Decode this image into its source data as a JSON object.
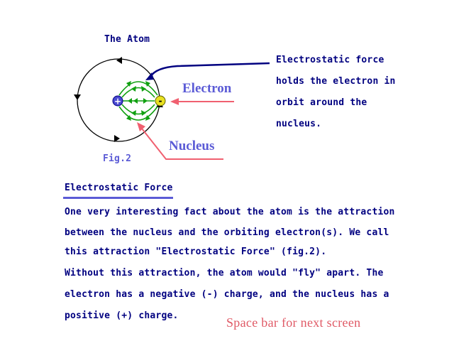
{
  "figure": {
    "title": "The Atom",
    "caption": "Fig.2",
    "electron_label": "Electron",
    "nucleus_label": "Nucleus",
    "nucleus_symbol": "+",
    "electron_symbol": "-"
  },
  "annotation": {
    "lines": [
      "Electrostatic force",
      "holds the electron in",
      "orbit around the",
      "nucleus."
    ]
  },
  "section": {
    "heading": "Electrostatic Force",
    "para1": [
      "One very interesting fact about the atom is the attraction",
      "between the nucleus and the orbiting electron(s). We call",
      "this attraction \"Electrostatic Force\" (fig.2)."
    ],
    "para2": [
      "Without this attraction, the atom would \"fly\" apart.  The",
      "electron has a negative (-) charge, and the nucleus has a",
      "positive (+) charge."
    ]
  },
  "footer": {
    "prompt": "Space bar for next screen"
  },
  "colors": {
    "text": "#000080",
    "label": "#5b5bd6",
    "pointer_red": "#f06070",
    "pointer_navy": "#000080",
    "arrows_green": "#10a010",
    "nucleus_fill": "#4a4ad0",
    "electron_fill": "#e8e020"
  }
}
